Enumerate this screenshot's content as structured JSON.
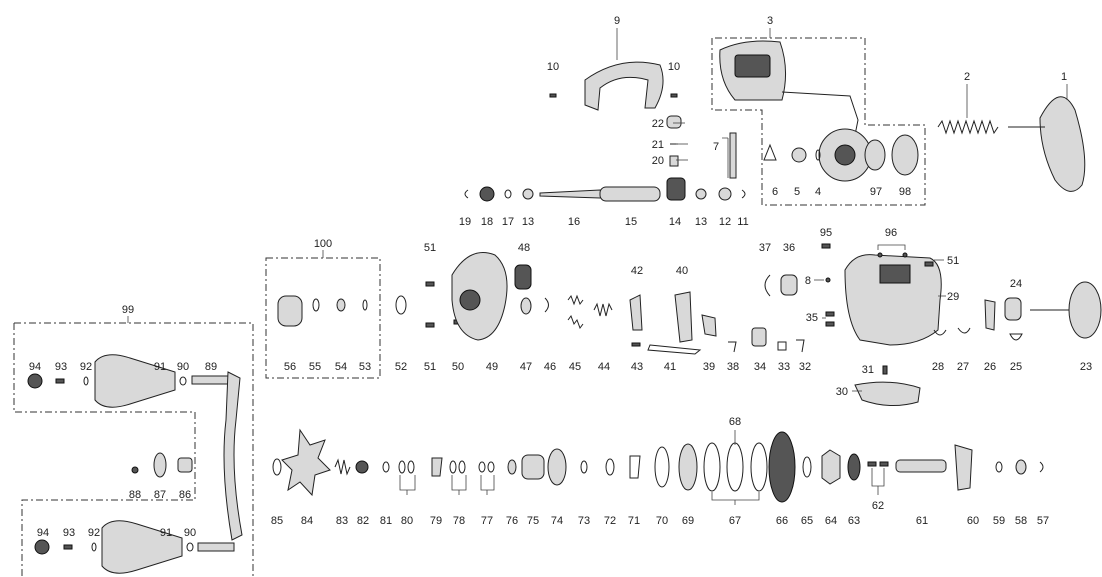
{
  "diagram": {
    "part_numbers": {
      "p1": "1",
      "p2": "2",
      "p3": "3",
      "p4": "4",
      "p5": "5",
      "p6": "6",
      "p7": "7",
      "p8": "8",
      "p9": "9",
      "p10a": "10",
      "p10b": "10",
      "p11": "11",
      "p12": "12",
      "p13a": "13",
      "p13b": "13",
      "p14": "14",
      "p15": "15",
      "p16": "16",
      "p17": "17",
      "p18": "18",
      "p19": "19",
      "p20": "20",
      "p21": "21",
      "p22": "22",
      "p23": "23",
      "p24": "24",
      "p25": "25",
      "p26": "26",
      "p27": "27",
      "p28": "28",
      "p29": "29",
      "p30": "30",
      "p31": "31",
      "p32": "32",
      "p33": "33",
      "p34": "34",
      "p35": "35",
      "p36": "36",
      "p37": "37",
      "p38": "38",
      "p39": "39",
      "p40": "40",
      "p41": "41",
      "p42": "42",
      "p43": "43",
      "p44": "44",
      "p45": "45",
      "p46": "46",
      "p47": "47",
      "p48": "48",
      "p49": "49",
      "p50": "50",
      "p51a": "51",
      "p51b": "51",
      "p51c": "51",
      "p52": "52",
      "p53": "53",
      "p54": "54",
      "p55": "55",
      "p56": "56",
      "p57": "57",
      "p58": "58",
      "p59": "59",
      "p60": "60",
      "p61": "61",
      "p62": "62",
      "p63": "63",
      "p64": "64",
      "p65": "65",
      "p66": "66",
      "p67": "67",
      "p68": "68",
      "p69": "69",
      "p70": "70",
      "p71": "71",
      "p72": "72",
      "p73": "73",
      "p74": "74",
      "p75": "75",
      "p76": "76",
      "p77": "77",
      "p78": "78",
      "p79": "79",
      "p80": "80",
      "p81": "81",
      "p82": "82",
      "p83": "83",
      "p84": "84",
      "p85": "85",
      "p86": "86",
      "p87": "87",
      "p88": "88",
      "p89": "89",
      "p90a": "90",
      "p90b": "90",
      "p91a": "91",
      "p91b": "91",
      "p92a": "92",
      "p92b": "92",
      "p93a": "93",
      "p93b": "93",
      "p94a": "94",
      "p94b": "94",
      "p95": "95",
      "p96": "96",
      "p97": "97",
      "p98": "98",
      "p99": "99",
      "p100": "100"
    }
  }
}
